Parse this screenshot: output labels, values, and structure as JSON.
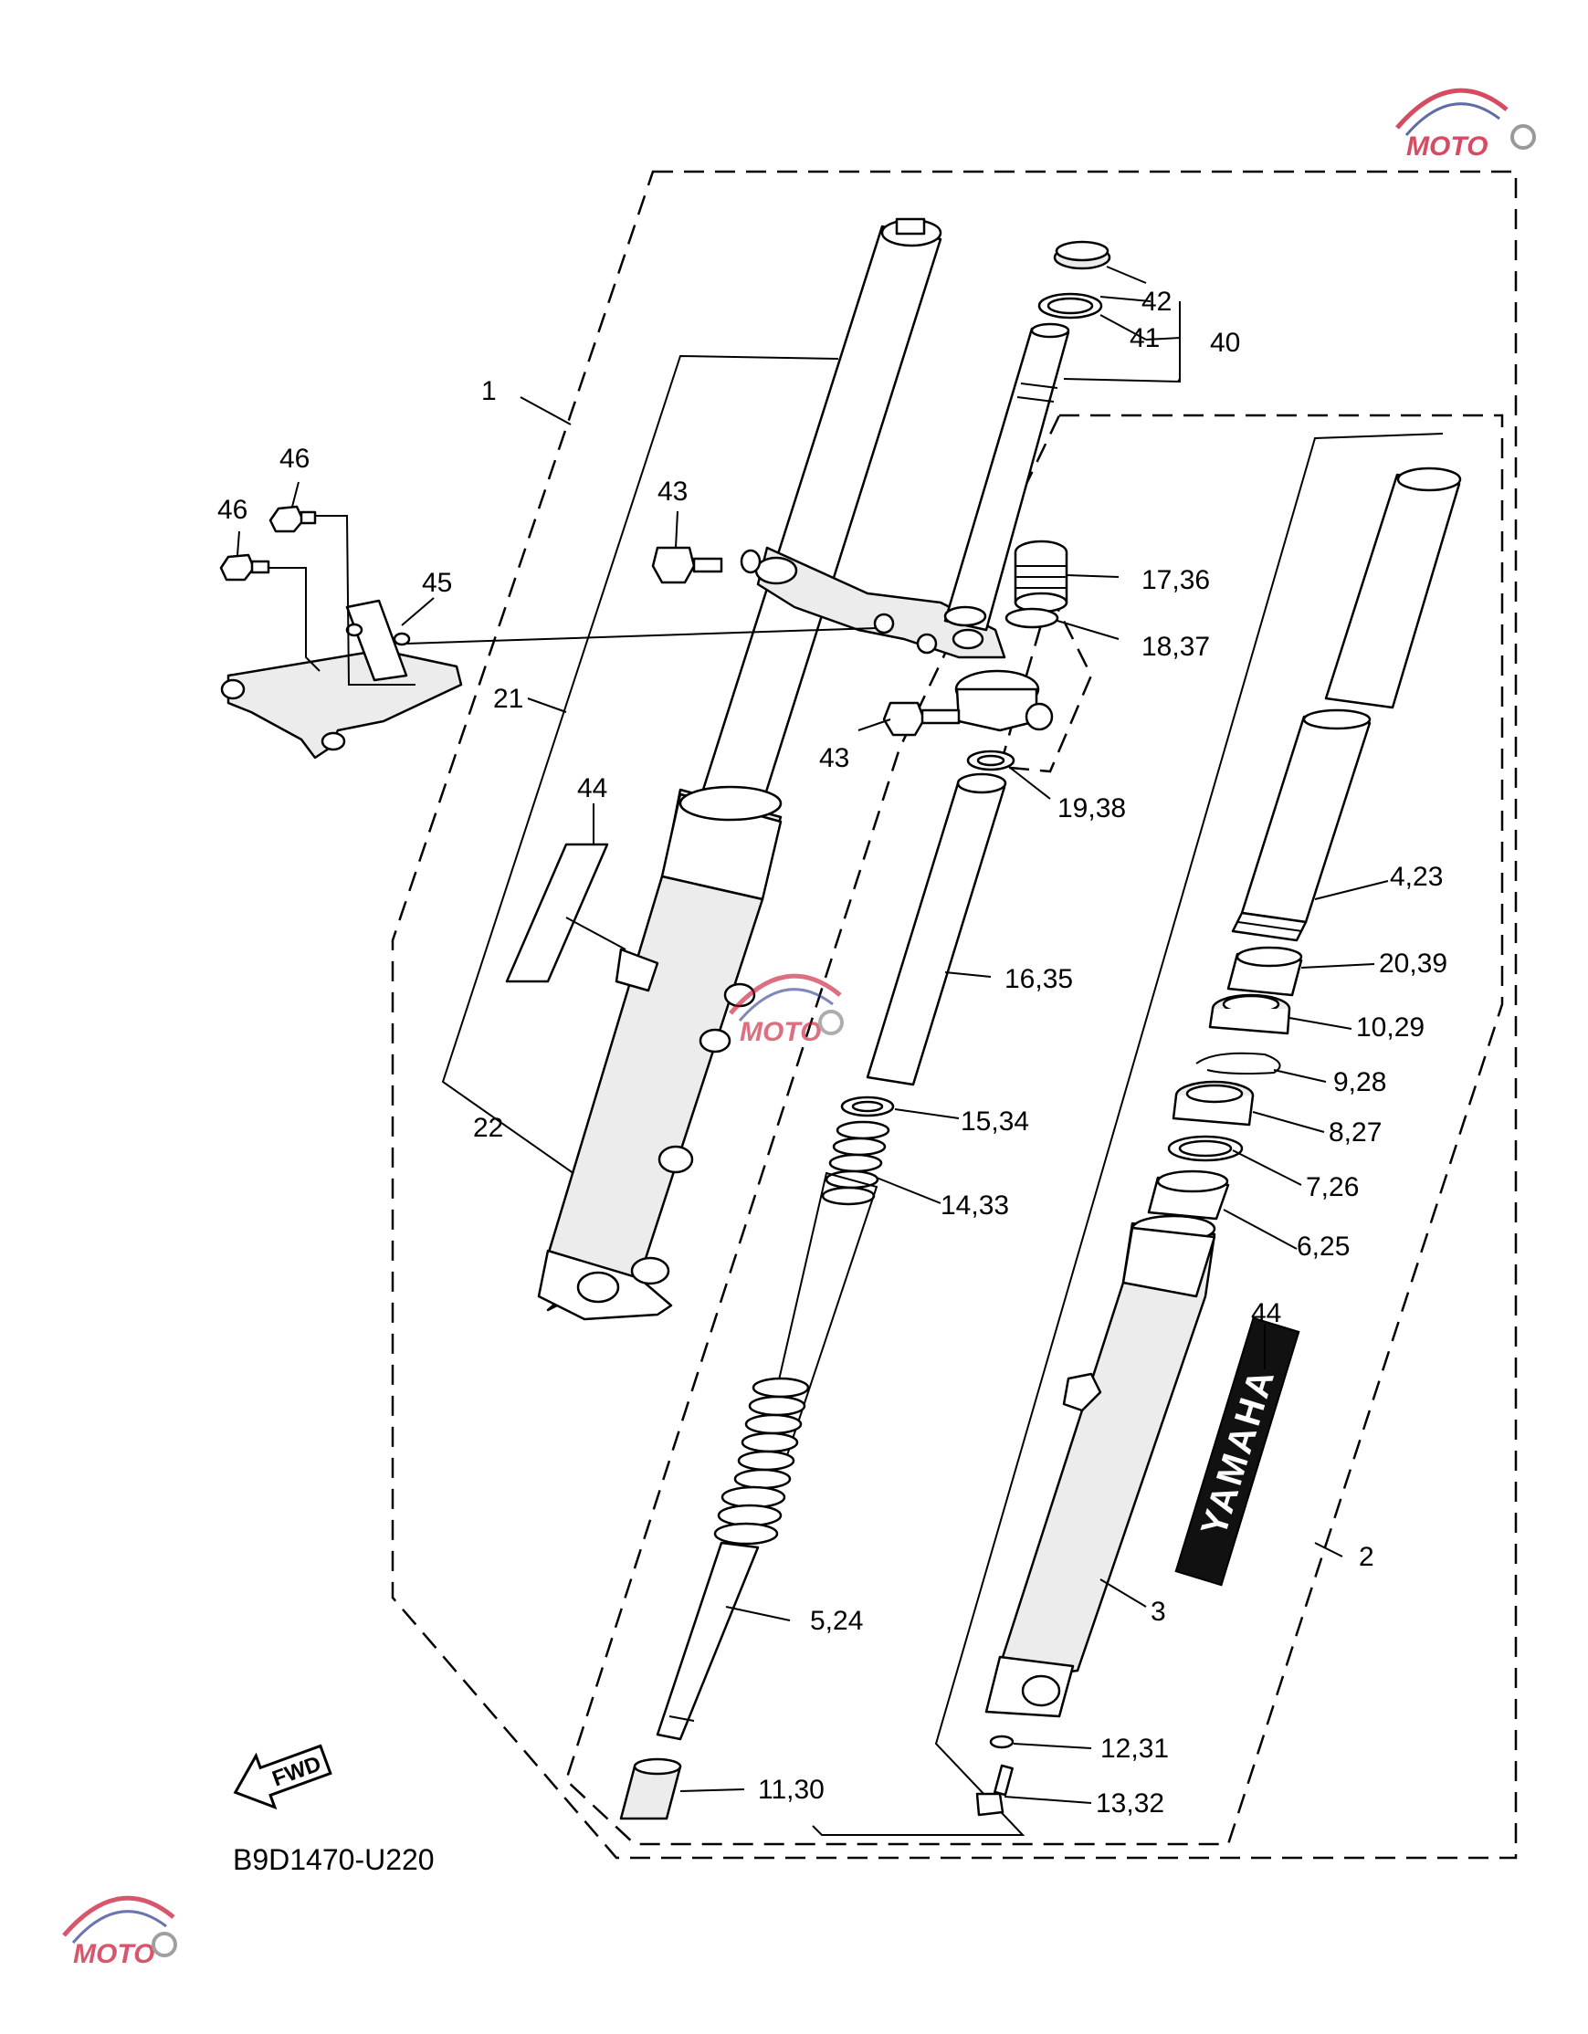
{
  "diagram": {
    "code": "B9D1470-U220",
    "fwd_label": "FWD",
    "decal_text": "YAMAHA",
    "watermark_text": "MOTO"
  },
  "parts": [
    {
      "id": "p1",
      "label": "1"
    },
    {
      "id": "p2",
      "label": "2"
    },
    {
      "id": "p3",
      "label": "3"
    },
    {
      "id": "p4",
      "label": "4,23"
    },
    {
      "id": "p5",
      "label": "5,24"
    },
    {
      "id": "p6",
      "label": "6,25"
    },
    {
      "id": "p7",
      "label": "7,26"
    },
    {
      "id": "p8",
      "label": "8,27"
    },
    {
      "id": "p9",
      "label": "9,28"
    },
    {
      "id": "p10",
      "label": "10,29"
    },
    {
      "id": "p11",
      "label": "11,30"
    },
    {
      "id": "p12",
      "label": "12,31"
    },
    {
      "id": "p13",
      "label": "13,32"
    },
    {
      "id": "p14",
      "label": "14,33"
    },
    {
      "id": "p15",
      "label": "15,34"
    },
    {
      "id": "p16",
      "label": "16,35"
    },
    {
      "id": "p17",
      "label": "17,36"
    },
    {
      "id": "p18",
      "label": "18,37"
    },
    {
      "id": "p19",
      "label": "19,38"
    },
    {
      "id": "p20",
      "label": "20,39"
    },
    {
      "id": "p21",
      "label": "21"
    },
    {
      "id": "p22",
      "label": "22"
    },
    {
      "id": "p40",
      "label": "40"
    },
    {
      "id": "p41",
      "label": "41"
    },
    {
      "id": "p42",
      "label": "42"
    },
    {
      "id": "p43a",
      "label": "43"
    },
    {
      "id": "p43b",
      "label": "43"
    },
    {
      "id": "p44a",
      "label": "44"
    },
    {
      "id": "p44b",
      "label": "44"
    },
    {
      "id": "p45",
      "label": "45"
    },
    {
      "id": "p46a",
      "label": "46"
    },
    {
      "id": "p46b",
      "label": "46"
    }
  ]
}
